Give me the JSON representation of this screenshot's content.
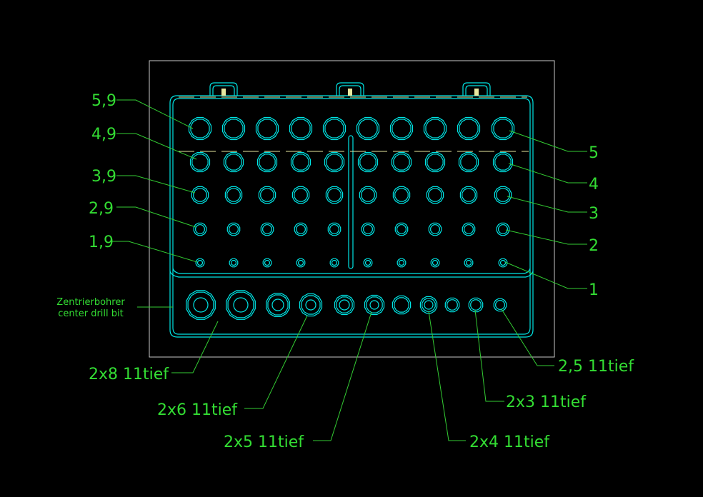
{
  "colors": {
    "background": "#000000",
    "outline": "#00e5e5",
    "leader": "#33cc33",
    "label": "#33dd33",
    "frame": "#c8c8c8",
    "hidden": "#e8e8a0"
  },
  "left_labels": [
    "5,9",
    "4,9",
    "3,9",
    "2,9",
    "1,9"
  ],
  "right_labels": [
    "5",
    "4",
    "3",
    "2",
    "1"
  ],
  "center_drill_label": [
    "Zentrierbohrer",
    "center drill bit"
  ],
  "bottom_labels": {
    "l2x8": "2x8  11tief",
    "l2x6": "2x6  11tief",
    "l2x5": "2x5  11tief",
    "l2x4": "2x4  11tief",
    "l2x3": "2x3  11tief",
    "l25": "2,5  11tief"
  }
}
